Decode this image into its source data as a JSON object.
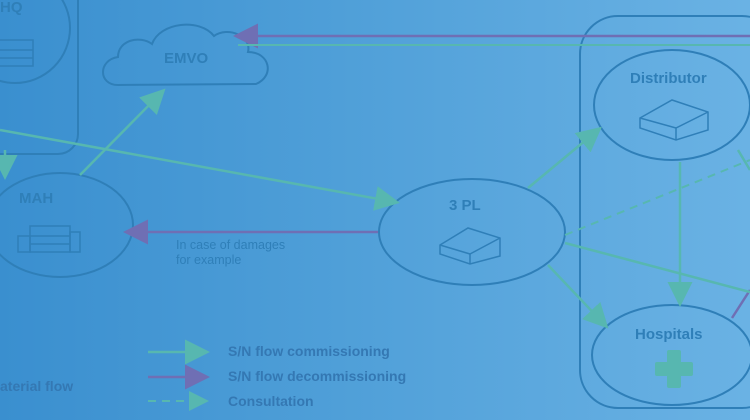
{
  "nodes": {
    "hq": "HQ",
    "emvo": "EMVO",
    "mah": "MAH",
    "three_pl": "3 PL",
    "distributor": "Distributor",
    "hospitals": "Hospitals"
  },
  "annotation": {
    "line1": "In case of damages",
    "line2": "for example"
  },
  "legend": {
    "left_label": "aterial flow",
    "commissioning": "S/N flow commissioning",
    "decommissioning": "S/N flow decommissioning",
    "consultation": "Consultation"
  },
  "colors": {
    "background_left": "#3a8fcf",
    "background_right": "#6ab2e4",
    "commissioning": "#57b7b0",
    "decommissioning": "#6f6fb4",
    "consultation": "#57b7b0",
    "node_stroke": "#2f7fb8"
  }
}
